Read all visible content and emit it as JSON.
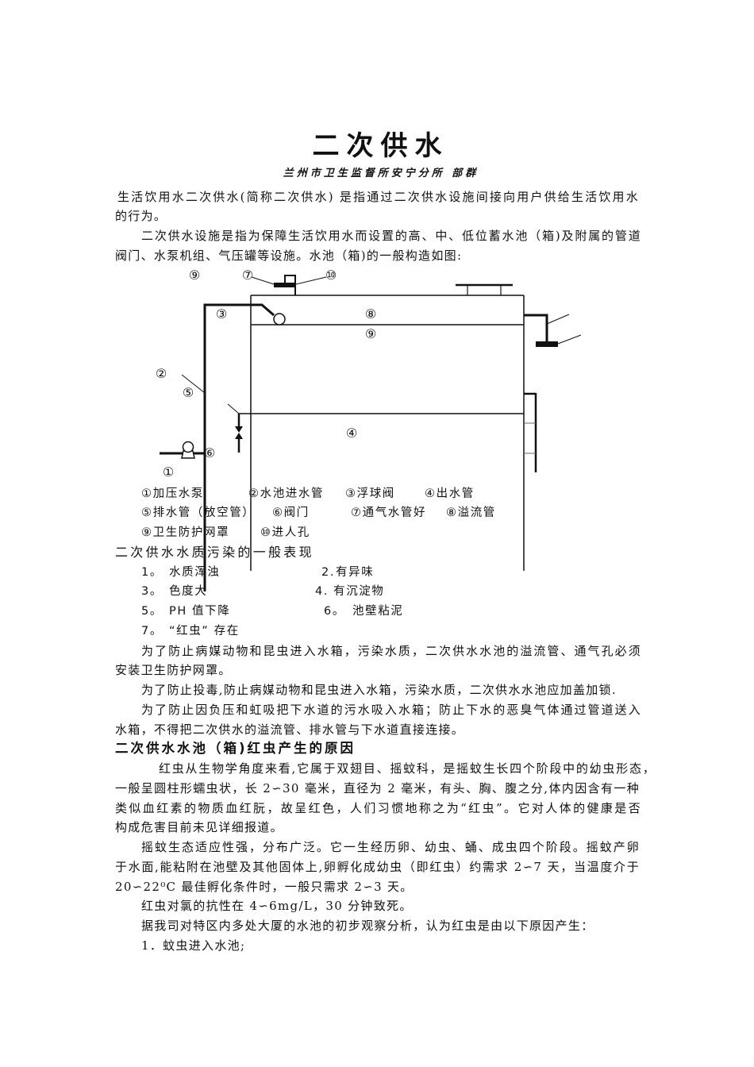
{
  "document": {
    "title": "二次供水",
    "author_line": "兰州市卫生监督所安宁分所 部群",
    "intro": {
      "p1": [
        "生活饮用水二次供水(简称二次供水) 是指通过二次供水设施间接向用户供给生活饮用水",
        "的行为。"
      ],
      "p2": [
        "二次供水设施是指为保障生活饮用水而设置的高、中、低位蓄水池（箱)及附属的管道",
        "阀门、水泵机组、气压罐等设施。水池（箱)的一般构造如图:"
      ]
    },
    "diagram": {
      "labels": [
        "⑨",
        "⑦",
        "⑩",
        "③",
        "⑧",
        "⑨",
        "②",
        "⑤",
        "④",
        "⑥",
        "①"
      ],
      "legend": [
        [
          "①加压水泵",
          "②水池进水管",
          "③浮球阀",
          "④出水管"
        ],
        [
          "⑤排水管（放空管）",
          "⑥阀门",
          "⑦通气水管好",
          "⑧溢流管"
        ],
        [
          "⑨卫生防护网罩",
          "⑩进人孔"
        ]
      ]
    },
    "section1": {
      "heading": "二次供水水质污染的一般表现",
      "items": [
        {
          "num": "1。",
          "text": "水质浑浊"
        },
        {
          "num": "2.",
          "text": "有异味"
        },
        {
          "num": "3。",
          "text": "色度大"
        },
        {
          "num": "4.",
          "text": "有沉淀物"
        },
        {
          "num": "5。",
          "text": "PH 值下降"
        },
        {
          "num": "6。",
          "text": "池壁粘泥"
        },
        {
          "num": "7。",
          "text": "“红虫” 存在"
        }
      ],
      "paragraphs": [
        [
          "为了防止病媒动物和昆虫进入水箱，污染水质，二次供水水池的溢流管、通气孔必须",
          "安装卫生防护网罩。"
        ],
        [
          "为了防止投毒,防止病媒动物和昆虫进入水箱，污染水质，二次供水水池应加盖加锁."
        ],
        [
          "为了防止因负压和虹吸把下水道的污水吸入水箱；防止下水的恶臭气体通过管道送入",
          "水箱，不得把二次供水的溢流管、排水管与下水道直接连接。"
        ]
      ]
    },
    "section2": {
      "heading": "二次供水水池（箱)红虫产生的原因",
      "paragraphs": [
        [
          "红虫从生物学角度来看,它属于双翅目、摇蚊科，是摇蚊生长四个阶段中的幼虫形态，",
          "一般呈圆柱形蠕虫状，长 2∽30 毫米，直径为 2 毫米，有头、胸、腹之分,体内因含有一种",
          "类似血红素的物质血红朊，故呈红色，人们习惯地称之为“红虫”。它对人体的健康是否",
          "构成危害目前未见详细报道。"
        ],
        [
          "摇蚊生态适应性强，分布广泛。它一生经历卵、幼虫、蛹、成虫四个阶段。摇蚊产卵",
          "于水面,能粘附在池壁及其他固体上,卵孵化成幼虫（即红虫）约需求 2∽7 天，当温度介于",
          "20∽22⁰C 最佳孵化条件时，一般只需求 2∽3 天。"
        ],
        [
          "红虫对氯的抗性在 4∽6mg/L，30 分钟致死。"
        ],
        [
          "据我司对特区内多处大厦的水池的初步观察分析，认为红虫是由以下原因产生："
        ],
        [
          "1．蚊虫进入水池;"
        ]
      ]
    }
  }
}
